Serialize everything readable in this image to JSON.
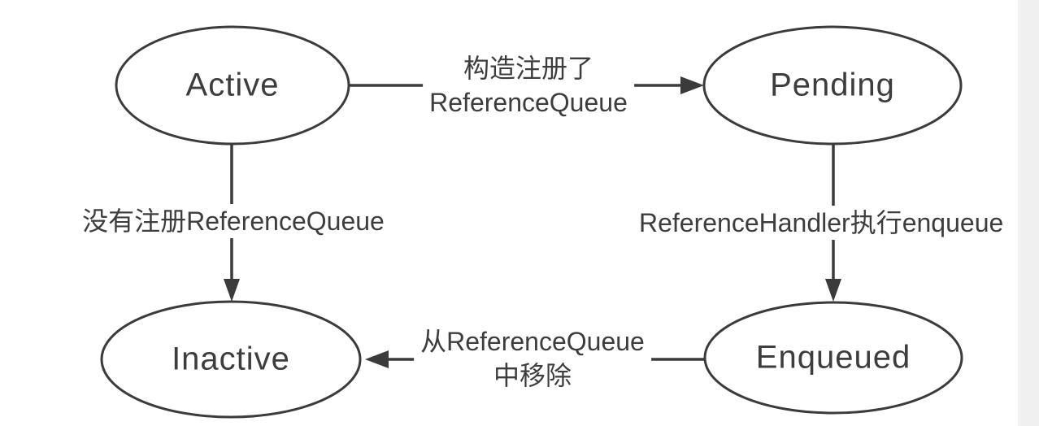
{
  "diagram": {
    "states": [
      {
        "id": "active",
        "label": "Active"
      },
      {
        "id": "pending",
        "label": "Pending"
      },
      {
        "id": "inactive",
        "label": "Inactive"
      },
      {
        "id": "enqueued",
        "label": "Enqueued"
      }
    ],
    "edges": [
      {
        "id": "active-to-pending",
        "from": "Active",
        "to": "Pending",
        "lines": [
          "构造注册了",
          "ReferenceQueue"
        ]
      },
      {
        "id": "active-to-inactive",
        "from": "Active",
        "to": "Inactive",
        "lines": [
          "没有注册ReferenceQueue"
        ]
      },
      {
        "id": "pending-to-enqueued",
        "from": "Pending",
        "to": "Enqueued",
        "lines": [
          "ReferenceHandler执行enqueue"
        ]
      },
      {
        "id": "enqueued-to-inactive",
        "from": "Enqueued",
        "to": "Inactive",
        "lines": [
          "从ReferenceQueue",
          "中移除"
        ]
      }
    ],
    "colors": {
      "stroke": "#3b3b3b",
      "text": "#3d3d3d",
      "background": "#ffffff",
      "right_band": "#f0f0f0"
    }
  }
}
